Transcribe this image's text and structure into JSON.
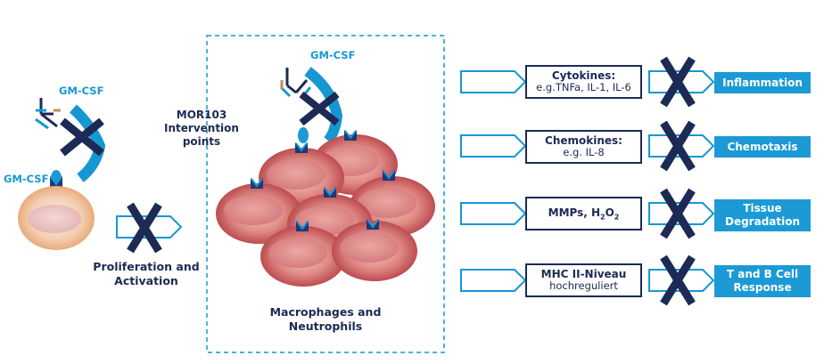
{
  "labels": {
    "gmcsf_top_left": "GM-CSF",
    "gmcsf_left": "GM-CSF",
    "gmcsf_center": "GM-CSF",
    "intervention": [
      "MOR103",
      "Intervention",
      "points"
    ],
    "proliferation": [
      "Proliferation and",
      "Activation"
    ],
    "macrophages": [
      "Macrophages and",
      "Neutrophils"
    ]
  },
  "rows": [
    {
      "title": "Cytokines:",
      "subtitle": "e.g.TNFa, IL-1, IL-6",
      "result": [
        "Inflammation"
      ]
    },
    {
      "title": "Chemokines:",
      "subtitle": "e.g. IL-8",
      "result": [
        "Chemotaxis"
      ]
    },
    {
      "title_main": "MMPs, H",
      "title_sub1": "2",
      "title_mid": "O",
      "title_sub2": "2",
      "result": [
        "Tissue",
        "Degradation"
      ]
    },
    {
      "title": "MHC II-Niveau",
      "subtitle": "hochreguliert",
      "result": [
        "T and B Cell",
        "Response"
      ]
    }
  ],
  "colors": {
    "navy": "#1c2a55",
    "blue": "#1797d2",
    "cell_red": "#c74a4f",
    "cell_orange": "#eeb98f",
    "dashed_border": "#1797d2"
  },
  "icons": [
    "antibody-icon",
    "gm-csf-receptor-icon",
    "blocking-x-icon",
    "cell-icon",
    "chevron-arrow-icon"
  ]
}
